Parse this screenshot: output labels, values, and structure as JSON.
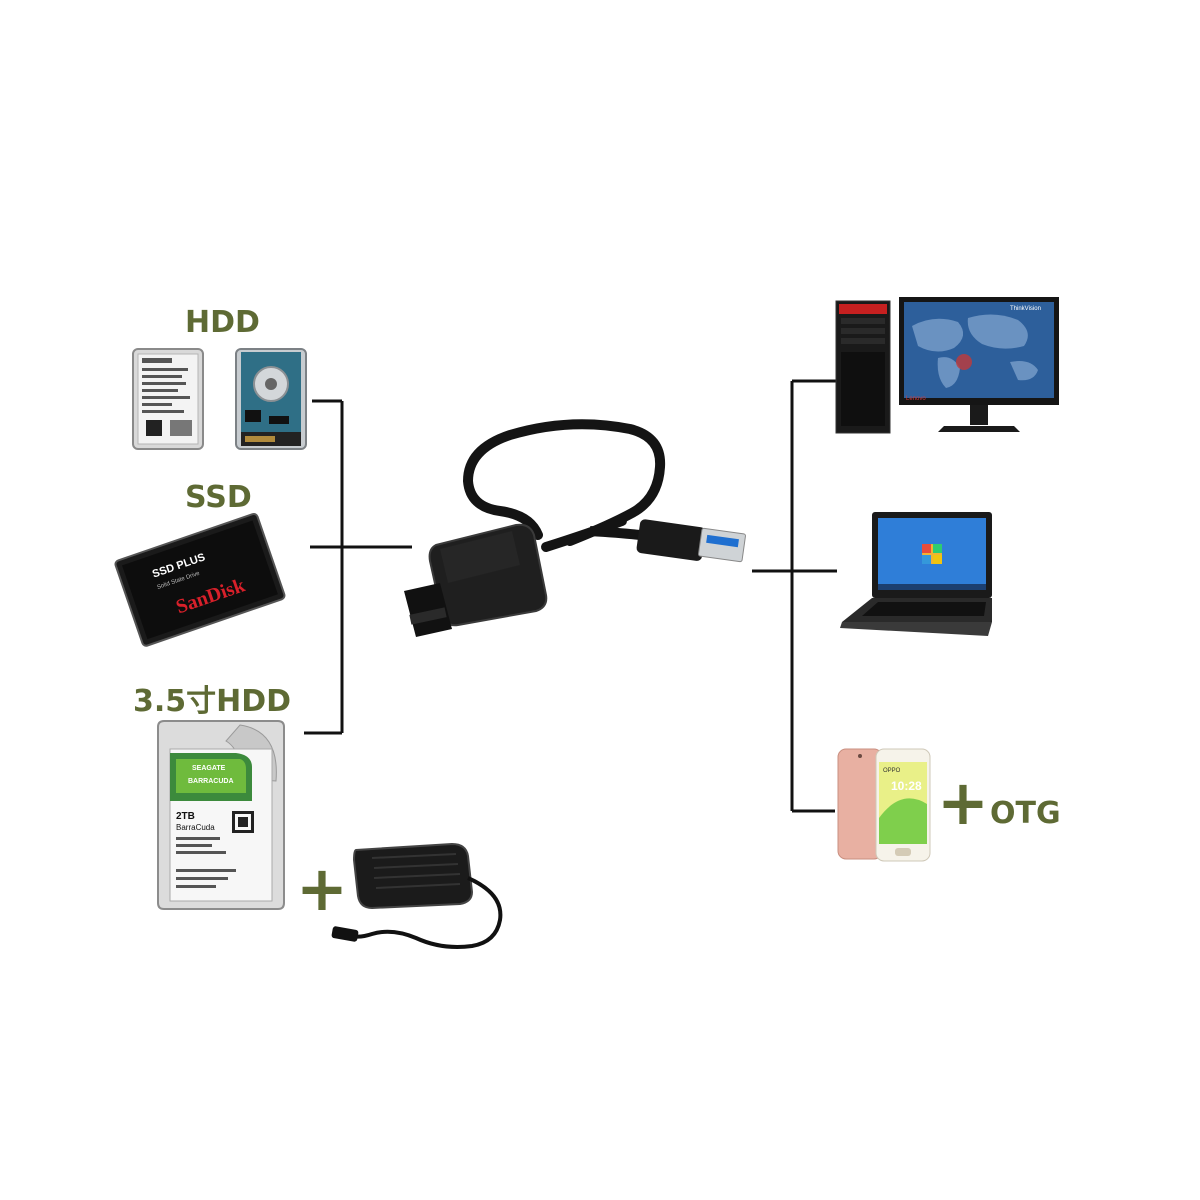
{
  "labels": {
    "hdd": "HDD",
    "ssd": "SSD",
    "hdd35": "3.5寸HDD",
    "otg": "OTG",
    "plus": "+"
  },
  "device_text": {
    "ssd_brand_top": "SSD PLUS",
    "ssd_sub": "Solid State Drive",
    "ssd_brand": "SanDisk",
    "hdd35_maker": "SEAGATE",
    "hdd35_series": "BARRACUDA",
    "hdd35_capacity": "2TB",
    "hdd35_model": "BarraCuda",
    "monitor_brand": "ThinkVision",
    "monitor_badge": "Lenovo",
    "phone_brand": "OPPO"
  },
  "colors": {
    "label_olive": "#5e6a34",
    "line_black": "#111111",
    "usb_blue": "#1f6fd0"
  }
}
